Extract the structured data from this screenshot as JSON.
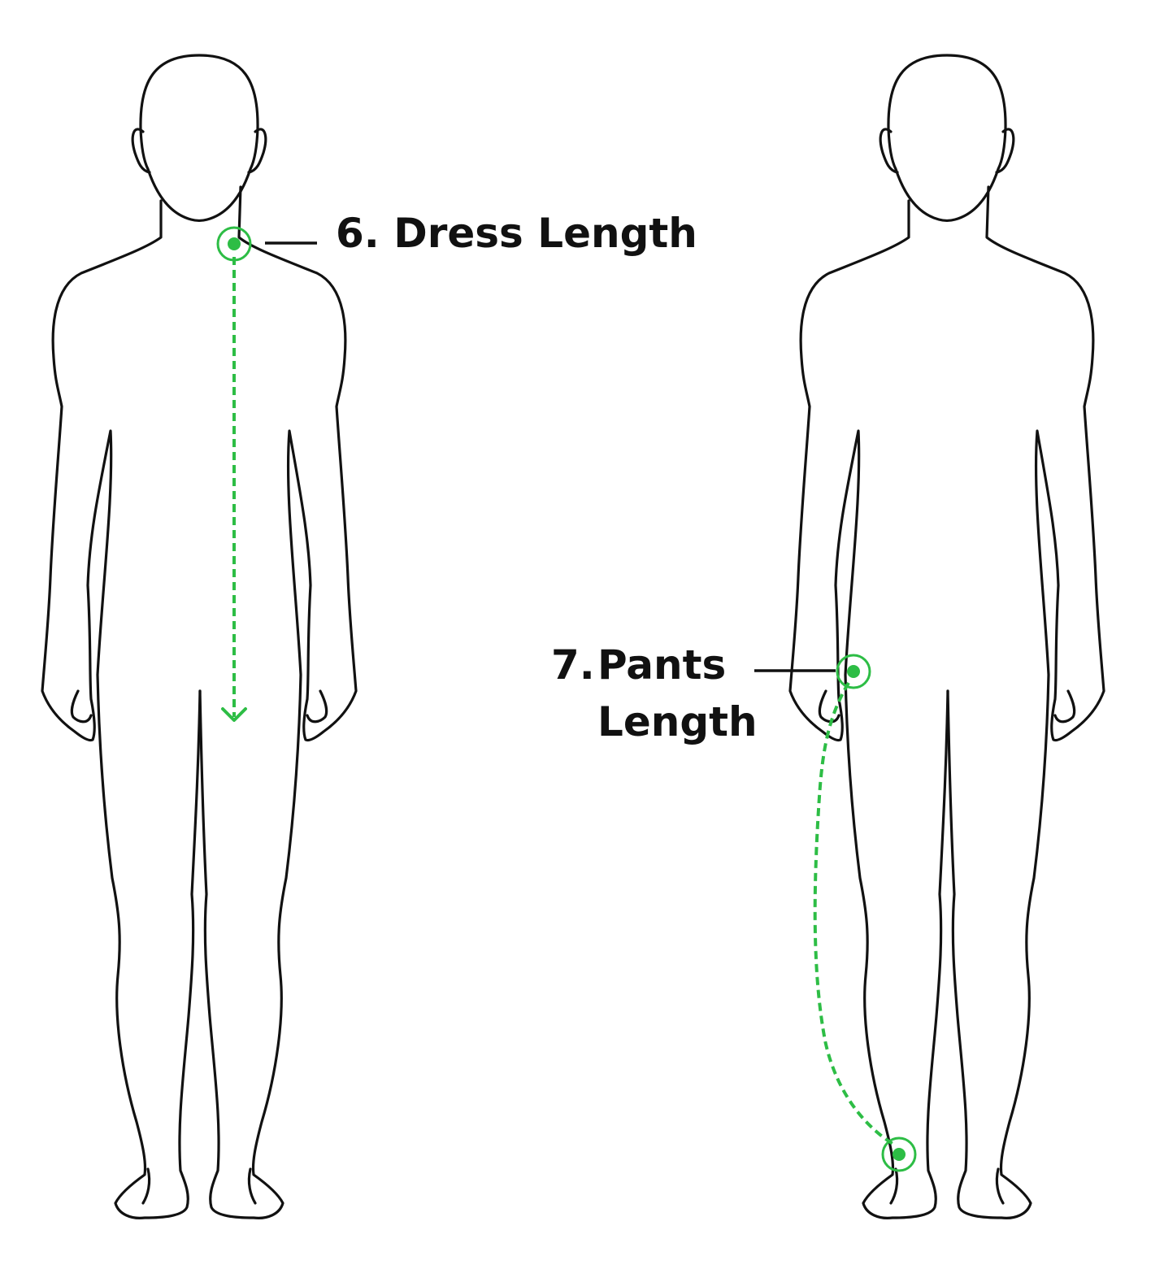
{
  "measurements": [
    {
      "number": "6.",
      "name": "Dress Length"
    },
    {
      "number": "7.",
      "name_line1": "Pants",
      "name_line2": "Length"
    }
  ],
  "colors": {
    "outline": "#111111",
    "accent": "#2dbd45",
    "background": "#ffffff"
  },
  "icons": [
    "human-figure-front-icon",
    "measurement-start-point-icon",
    "arrow-down-icon"
  ]
}
